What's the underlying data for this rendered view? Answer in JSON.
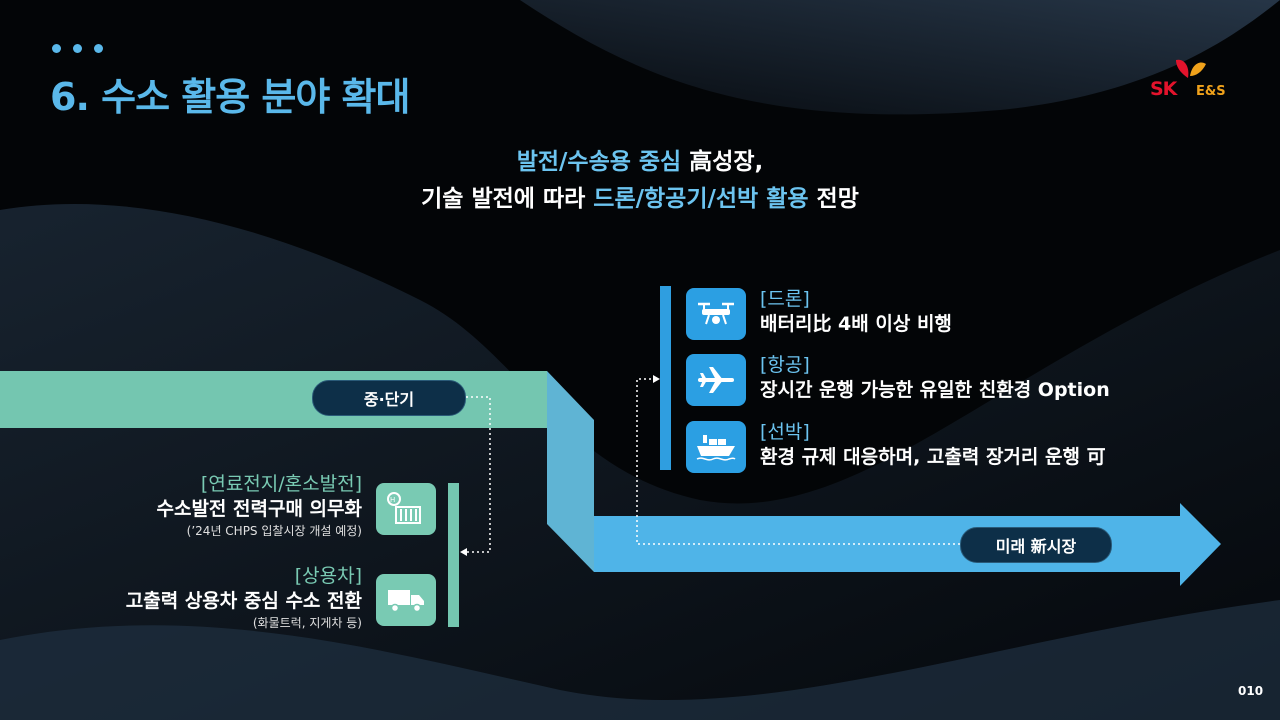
{
  "title": "6. 수소 활용 분야 확대",
  "logo": {
    "sk": "SK",
    "es": "E&S"
  },
  "headline": {
    "line1_highlight": "발전/수송용 중심",
    "line1_rest": " 高성장,",
    "line2_pre": "기술 발전에 따라 ",
    "line2_highlight": "드론/항공기/선박 활용",
    "line2_post": " 전망"
  },
  "flow": {
    "short_term_label": "중·단기",
    "future_label": "미래 新시장"
  },
  "left_items": [
    {
      "category": "[연료전지/혼소발전]",
      "main": "수소발전 전력구매 의무화",
      "note": "(’24년 CHPS 입찰시장 개설 예정)",
      "icon": "power-plant-icon"
    },
    {
      "category": "[상용차]",
      "main": "고출력 상용차 중심 수소 전환",
      "note": "(화물트럭, 지게차 등)",
      "icon": "truck-icon"
    }
  ],
  "right_items": [
    {
      "category": "[드론]",
      "main": "배터리比 4배 이상 비행",
      "icon": "drone-icon"
    },
    {
      "category": "[항공]",
      "main": "장시간 운행 가능한 유일한 친환경 Option",
      "icon": "airplane-icon"
    },
    {
      "category": "[선박]",
      "main": "환경 규제 대응하며, 고출력 장거리 운행 可",
      "icon": "ship-icon"
    }
  ],
  "page_number": "010",
  "colors": {
    "accent_blue": "#5ab8ea",
    "green": "#79cab3",
    "arrow_blue": "#4fb4e8",
    "sk_red": "#e3132c",
    "sk_orange": "#f0a21b"
  }
}
